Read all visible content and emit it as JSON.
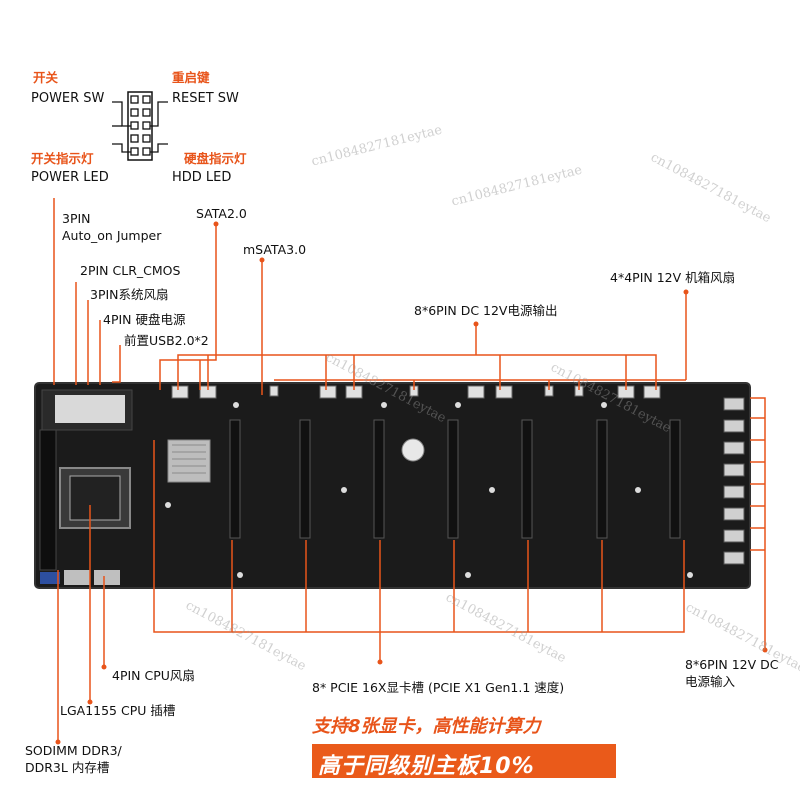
{
  "labels": {
    "power_sw_cn": "开关",
    "power_sw_en": "POWER SW",
    "reset_sw_cn": "重启键",
    "reset_sw_en": "RESET SW",
    "power_led_cn": "开关指示灯",
    "power_led_en": "POWER LED",
    "hdd_led_cn": "硬盘指示灯",
    "hdd_led_en": "HDD  LED",
    "pin3": "3PIN",
    "auto_on": "Auto_on Jumper",
    "clr_cmos": "2PIN CLR_CMOS",
    "sys_fan": "3PIN系统风扇",
    "hdd_power": "4PIN 硬盘电源",
    "usb_front": "前置USB2.0*2",
    "sata": "SATA2.0",
    "msata": "mSATA3.0",
    "dc_out": "8*6PIN DC 12V电源输出",
    "case_fan": "4*4PIN 12V 机箱风扇",
    "cpu_fan": "4PIN CPU风扇",
    "pcie": "8* PCIE 16X显卡槽 (PCIE X1 Gen1.1 速度)",
    "cpu_socket": "LGA1155 CPU 插槽",
    "sodimm_1": "SODIMM DDR3/",
    "sodimm_2": "DDR3L 内存槽",
    "dc_in_1": "8*6PIN 12V DC",
    "dc_in_2": "电源输入"
  },
  "banner": {
    "line1": "支持8张显卡，高性能计算力",
    "line2": "高于同级别主板10%"
  },
  "watermark": "cn1084827181eytae",
  "colors": {
    "accent": "#e8541a",
    "board": "#1a1a1a",
    "heatsink": "#c0c0c0"
  }
}
